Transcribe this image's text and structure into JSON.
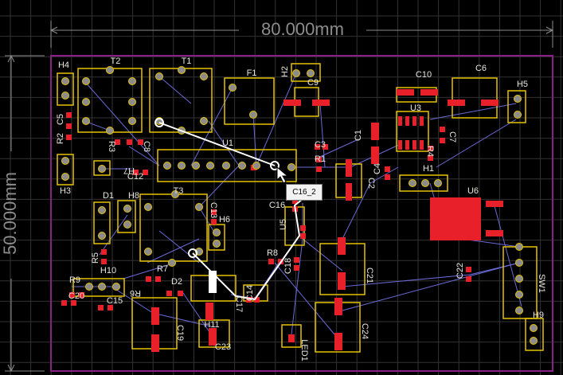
{
  "dimensions": {
    "width": "80.000mm",
    "height": "50.000mm"
  },
  "colors": {
    "background": "#000000",
    "grid": "#3a3a3a",
    "outline": "#8a1f8a",
    "silk": "#e5c200",
    "pad": "#e8202a",
    "ratsnest": "#6a6ad8",
    "route": "#ffffff",
    "label": "#e8e6dc"
  },
  "tooltip": {
    "text": "C16_2"
  },
  "cursor": {
    "icon": "arrow-cursor-icon"
  },
  "components": {
    "H4": "H4",
    "T2": "T2",
    "T1": "T1",
    "F1": "F1",
    "H2": "H2",
    "C9": "C9",
    "C10": "C10",
    "C6": "C6",
    "H5": "H5",
    "U3": "U3",
    "C5": "C5",
    "R2": "R2",
    "R3": "R3",
    "C8": "C8",
    "U1": "U1",
    "C3": "C3",
    "R1": "R1",
    "C1": "C1",
    "C7": "C7",
    "R4": "R4",
    "C4": "C4",
    "C2": "C2",
    "H1": "H1",
    "H3": "H3",
    "C12": "C12",
    "H7": "H7",
    "D1": "D1",
    "H8": "H8",
    "T3": "T3",
    "C13": "C13",
    "H6": "H6",
    "C16": "C16",
    "U5": "U5",
    "U6": "U6",
    "R5": "R5",
    "H10": "H10",
    "R8": "R8",
    "C18": "C18",
    "C21": "C21",
    "C22": "C22",
    "SW1": "SW1",
    "R9": "R9",
    "C20": "C20",
    "R7": "R7",
    "R6": "R6",
    "D2": "D2",
    "C15": "C15",
    "C14": "C14",
    "C17": "C17",
    "C19": "C19",
    "H11": "H11",
    "C23": "C23",
    "LED1": "LED1",
    "C24": "C24",
    "H9": "H9"
  }
}
